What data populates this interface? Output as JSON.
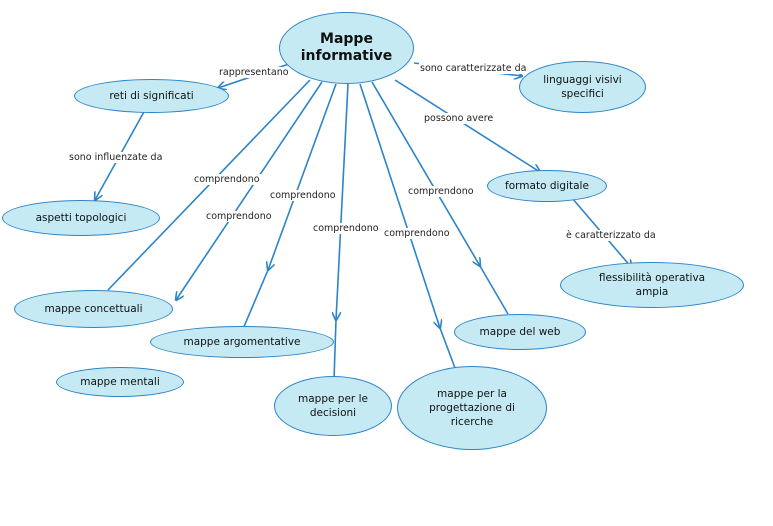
{
  "nodes": {
    "mappe_informative": "Mappe\ninformative",
    "reti_di_significati": "reti di significati",
    "linguaggi_visivi": "linguaggi visivi\nspecifici",
    "aspetti_topologici": "aspetti topologici",
    "formato_digitale": "formato digitale",
    "flessibilita": "flessibilità operativa\nampia",
    "mappe_concettuali": "mappe concettuali",
    "mappe_mentali": "mappe mentali",
    "mappe_argomentative": "mappe argomentative",
    "mappe_decisioni": "mappe per le\ndecisioni",
    "mappe_progettazione": "mappe per la\nprogettazione di\nricerche",
    "mappe_web": "mappe del web"
  },
  "links": {
    "rappresentano": "rappresentano",
    "sono_caratterizzate_da": "sono caratterizzate da",
    "possono_avere": "possono avere",
    "sono_influenzate_da": "sono influenzate da",
    "e_caratterizzato_da": "è caratterizzato da",
    "comprendono_1": "comprendono",
    "comprendono_2": "comprendono",
    "comprendono_3": "comprendono",
    "comprendono_4": "comprendono",
    "comprendono_5": "comprendono",
    "comprendono_6": "comprendono"
  },
  "colors": {
    "node_fill": "#c5eaf4",
    "node_border": "#2d84c8",
    "connector": "#2d84c8"
  }
}
